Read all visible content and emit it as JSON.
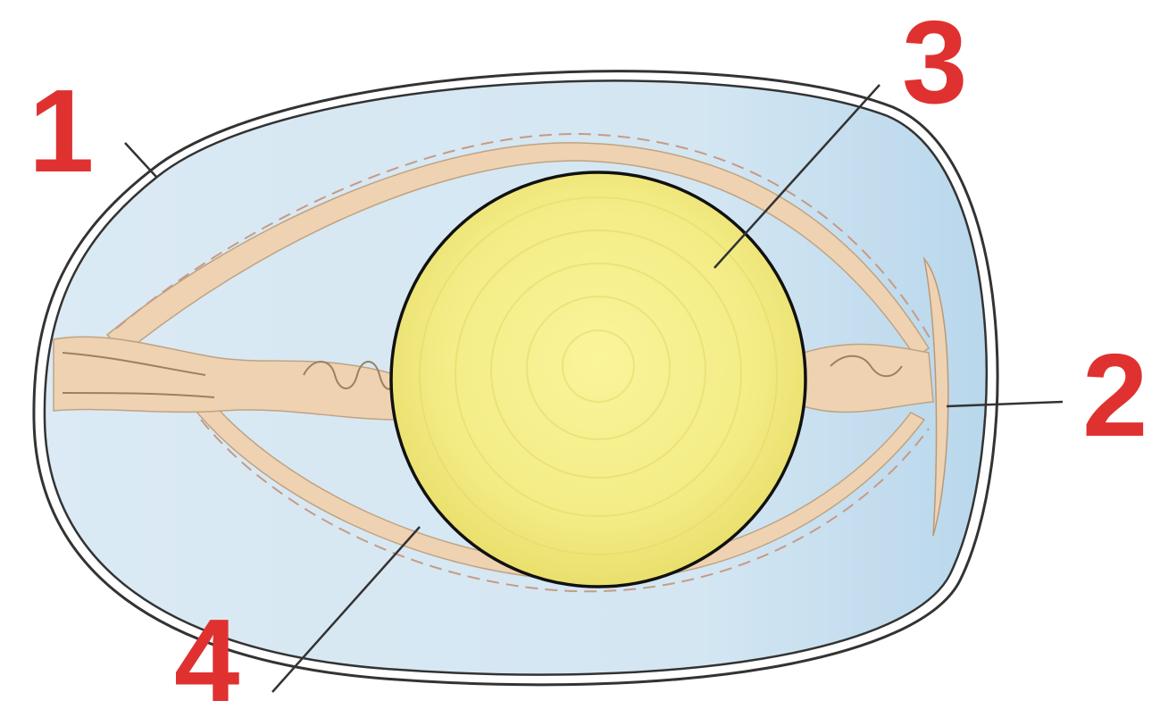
{
  "labels": {
    "shell": "1",
    "air_cell": "2",
    "yolk": "3",
    "albumen": "4"
  },
  "colors": {
    "albumen": "#cfe3f1",
    "yolk": "#f3ec86",
    "chalaza": "#eed2b2",
    "label": "#e03131",
    "outline": "#222222"
  }
}
